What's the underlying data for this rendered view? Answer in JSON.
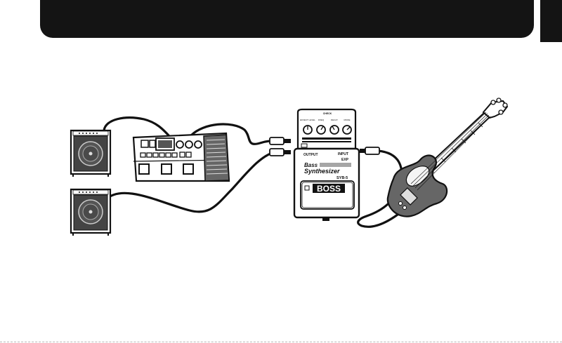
{
  "header": {
    "bar_color": "#141414",
    "tab_color": "#141414"
  },
  "pedal": {
    "brand": "BOSS",
    "name_line1": "Bass",
    "name_line2": "Synthesizer",
    "model": "SYB-5",
    "output_label": "OUTPUT",
    "input_label": "INPUT",
    "exp_label": "EXP",
    "knob_labels": [
      "EFFECT LEVEL",
      "FREQ",
      "DECAY",
      "MODE"
    ],
    "top_label": "CHECK"
  },
  "icons": {
    "amp": "guitar-amplifier",
    "multi_effects": "multi-effects-processor",
    "bass": "electric-bass-guitar"
  },
  "cable_color": "#111111"
}
